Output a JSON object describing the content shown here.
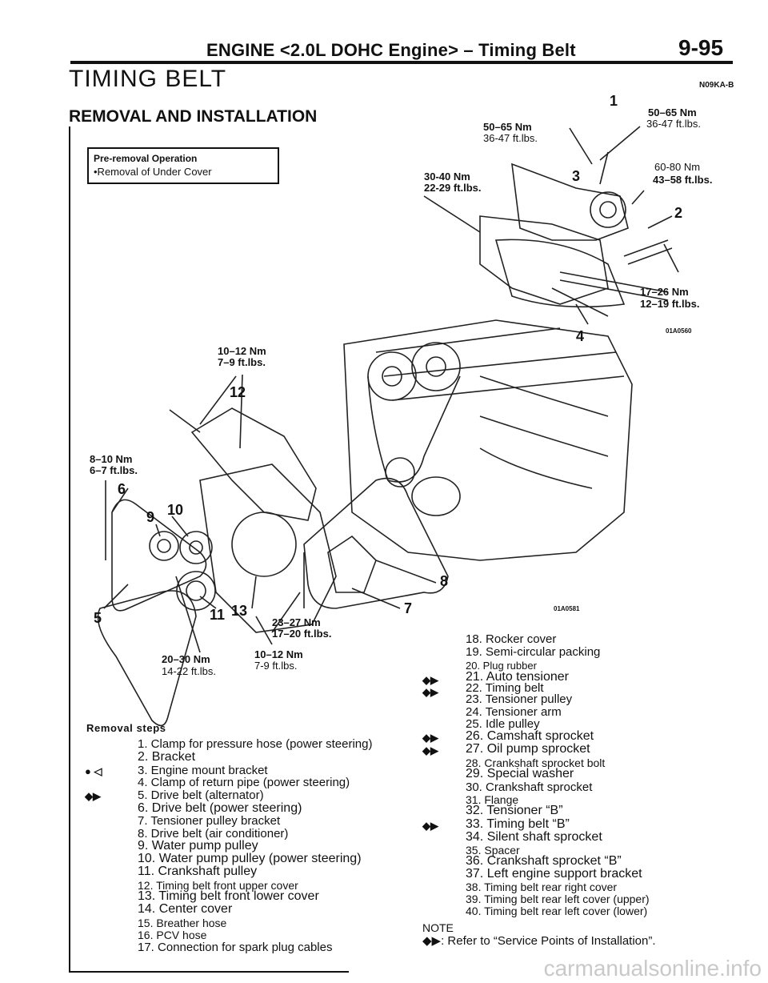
{
  "header": {
    "title": "ENGINE <2.0L DOHC Engine> – Timing Belt",
    "page": "9-95"
  },
  "section_title": "TIMING BELT",
  "code": "N09KA-B",
  "subtitle": "REMOVAL AND INSTALLATION",
  "pre_removal": {
    "title": "Pre-removal Operation",
    "item": "•Removal of Under Cover"
  },
  "top_diagram": {
    "torque_left_a": "50–65 Nm",
    "torque_left_b": "36-47 ft.lbs.",
    "torque_right_a": "50–65 Nm",
    "torque_right_b": "36-47 ft.lbs.",
    "torque_mid_a": "30-40 Nm",
    "torque_mid_b": "22-29 ft.lbs.",
    "torque_r2_a": "60-80 Nm",
    "torque_r2_b": "43–58 ft.lbs.",
    "torque_r3_a": "17–26 Nm",
    "torque_r3_b": "12–19 ft.lbs.",
    "n1": "1",
    "n2": "2",
    "n3": "3",
    "n4": "4",
    "figure_code": "01A0560"
  },
  "main_diagram": {
    "t1_a": "10–12 Nm",
    "t1_b": "7–9 ft.lbs.",
    "t2_a": "8–10 Nm",
    "t2_b": "6–7 ft.lbs.",
    "t3_a": "23–27 Nm",
    "t3_b": "17–20 ft.lbs.",
    "t4_a": "10–12 Nm",
    "t4_b": "7-9 ft.lbs.",
    "t5_a": "20–30 Nm",
    "t5_b": "14-22 ft.lbs.",
    "n5": "5",
    "n6": "6",
    "n7": "7",
    "n8": "8",
    "n9": "9",
    "n10": "10",
    "n11": "11",
    "n12": "12",
    "n13": "13",
    "figure_code": "01A0581"
  },
  "removal_steps_title": "Removal steps",
  "marker": "◆▶",
  "marker_alt": "● ◁",
  "steps_left": [
    "1. Clamp for pressure hose (power steering)",
    "2. Bracket",
    "3. Engine mount bracket",
    "4. Clamp of return pipe (power steering)",
    "5. Drive belt (alternator)",
    "6. Drive belt (power steering)",
    "7. Tensioner pulley bracket",
    "8. Drive belt (air conditioner)",
    "9. Water pump pulley",
    "10. Water pump pulley (power steering)",
    "11. Crankshaft pulley",
    "12. Timing belt front upper cover",
    "13. Timing belt front lower cover",
    "14. Center cover",
    "15. Breather hose",
    "16. PCV hose",
    "17. Connection for spark plug cables"
  ],
  "steps_right": [
    "18. Rocker cover",
    "19. Semi-circular packing",
    "20. Plug rubber",
    "21. Auto tensioner",
    "22. Timing belt",
    "23. Tensioner pulley",
    "24. Tensioner arm",
    "25. Idle pulley",
    "26. Camshaft sprocket",
    "27. Oil pump sprocket",
    "28. Crankshaft sprocket bolt",
    "29. Special washer",
    "30. Crankshaft sprocket",
    "31. Flange",
    "32. Tensioner “B”",
    "33. Timing belt “B”",
    "34. Silent shaft sprocket",
    "35. Spacer",
    "36. Crankshaft sprocket “B”",
    "37. Left engine support bracket",
    "38. Timing belt rear right cover",
    "39. Timing belt rear left cover (upper)",
    "40. Timing belt rear left cover (lower)"
  ],
  "note": {
    "title": "NOTE",
    "text": "◆▶: Refer to “Service Points of Installation”."
  },
  "watermark": "carmanualsonline.info"
}
